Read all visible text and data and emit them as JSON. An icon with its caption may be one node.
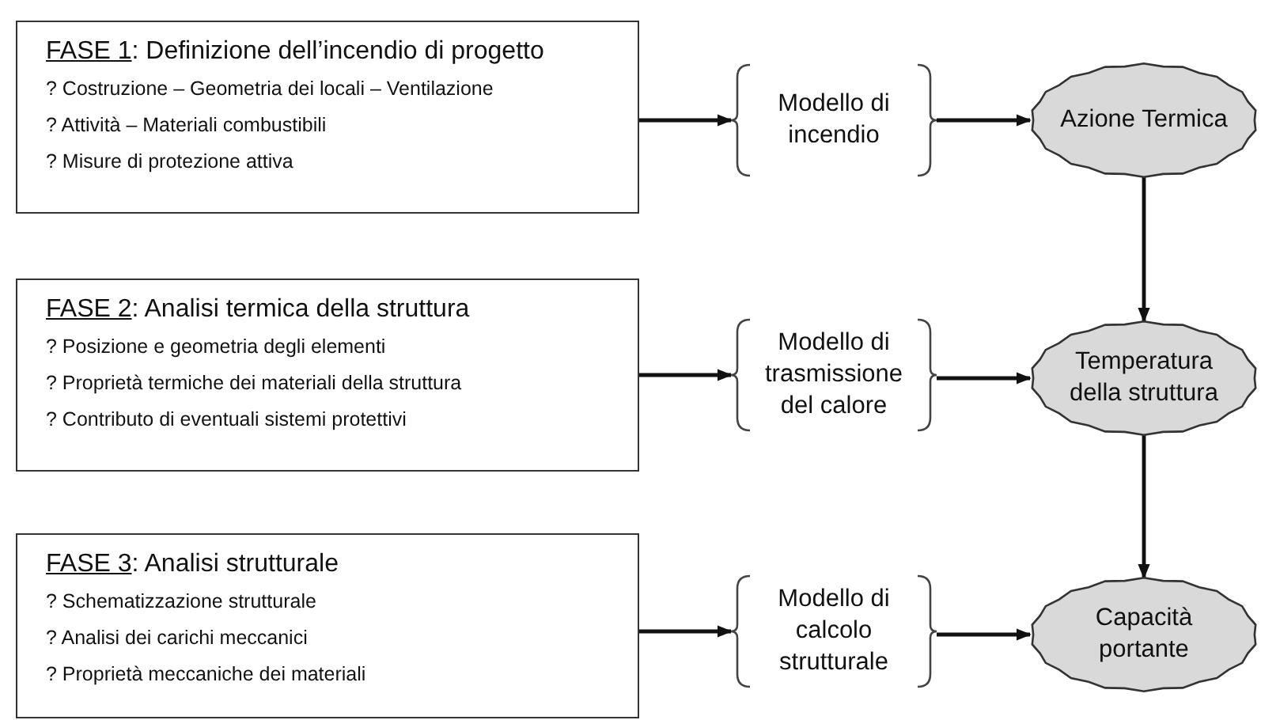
{
  "diagram": {
    "nodes": [
      {
        "text": [
          "FASE 1: Definizione dell’incendio di progetto",
          "? Costruzione – Geometria dei locali – Ventilazione",
          "? Attività – Materiali combustibili",
          "? Misure di protezione attiva"
        ]
      },
      {
        "text": [
          "FASE 2: Analisi termica della struttura",
          "? Posizione e geometria degli elementi",
          "? Proprietà termiche dei materiali della struttura",
          "? Contributo di eventuali sistemi protettivi"
        ]
      },
      {
        "text": [
          "FASE 3: Analisi strutturale",
          "? Schematizzazione strutturale",
          "? Analisi dei carichi meccanici",
          "? Proprietà meccaniche dei materiali"
        ]
      },
      {
        "text": [
          "Modello di incendio"
        ]
      },
      {
        "text": [
          "Modello di trasmissione del calore"
        ]
      },
      {
        "text": [
          "Modello di calcolo strutturale"
        ]
      },
      {
        "text": [
          "Azione Termica"
        ]
      },
      {
        "text": [
          "Temperatura della struttura"
        ]
      },
      {
        "text": [
          "Capacità portante"
        ]
      }
    ],
    "edges": [
      {
        "from": 0,
        "to": 3,
        "arrow": "to"
      },
      {
        "from": 3,
        "to": 6,
        "arrow": "to"
      },
      {
        "from": 1,
        "to": 4,
        "arrow": "to"
      },
      {
        "from": 4,
        "to": 7,
        "arrow": "to"
      },
      {
        "from": 2,
        "to": 5,
        "arrow": "to"
      },
      {
        "from": 5,
        "to": 8,
        "arrow": "to"
      },
      {
        "from": 6,
        "to": 7,
        "arrow": "to"
      },
      {
        "from": 7,
        "to": 8,
        "arrow": "to"
      }
    ]
  }
}
